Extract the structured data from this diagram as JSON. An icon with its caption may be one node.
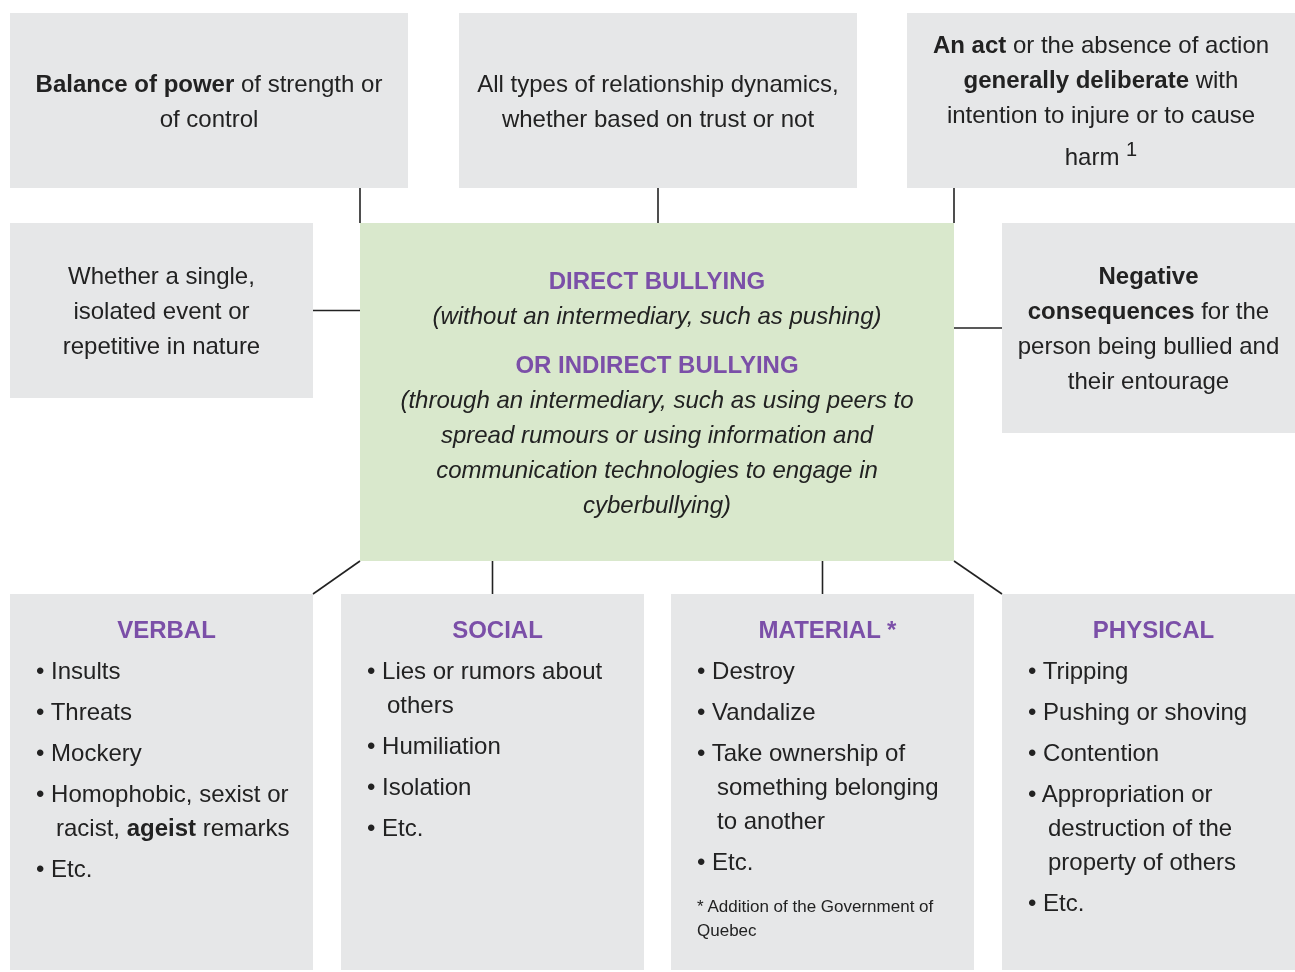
{
  "diagram": {
    "nodes": [
      {
        "text": [
          "**Balance of power** of strength or of control"
        ]
      },
      {
        "text": [
          "All types of relationship dynamics, whether based on trust or not"
        ]
      },
      {
        "text": [
          "**An act** or the absence of action **generally deliberate** with intention to injure or to cause harm $^{1}$"
        ]
      },
      {
        "text": [
          "Whether a single, isolated event or repetitive in nature"
        ]
      },
      {
        "text": [
          "DIRECT BULLYING",
          "(without an intermediary, such as pushing)",
          "OR INDIRECT BULLYING",
          "(through an intermediary, such as using peers to spread rumours or using information and communication technologies to engage in cyberbullying)"
        ]
      },
      {
        "text": [
          "**Negative consequences** for the person being bullied and their entourage"
        ]
      },
      {
        "text": [
          "VERBAL",
          "• Insults",
          "• Threats",
          "• Mockery",
          "• Homophobic, sexist or racist, **ageist** remarks",
          "• Etc."
        ]
      },
      {
        "text": [
          "SOCIAL",
          "• Lies or rumors about others",
          "• Humiliation",
          "• Isolation",
          "• Etc."
        ]
      },
      {
        "text": [
          "MATERIAL *",
          "• Destroy",
          "• Vandalize",
          "• Take ownership of something belonging to another",
          "• Etc.",
          "* Addition of the Government of Quebec"
        ]
      },
      {
        "text": [
          "PHYSICAL",
          "• Tripping",
          "• Pushing or shoving",
          "• Contention",
          "• Appropriation or destruction of the property of others",
          "• Etc."
        ]
      }
    ],
    "edges": [
      {
        "from": 4,
        "to": 0,
        "arrow": "none"
      },
      {
        "from": 4,
        "to": 1,
        "arrow": "none"
      },
      {
        "from": 4,
        "to": 2,
        "arrow": "none"
      },
      {
        "from": 4,
        "to": 3,
        "arrow": "none"
      },
      {
        "from": 4,
        "to": 5,
        "arrow": "none"
      },
      {
        "from": 4,
        "to": 6,
        "arrow": "none"
      },
      {
        "from": 4,
        "to": 7,
        "arrow": "none"
      },
      {
        "from": 4,
        "to": 8,
        "arrow": "none"
      },
      {
        "from": 4,
        "to": 9,
        "arrow": "none"
      }
    ]
  }
}
